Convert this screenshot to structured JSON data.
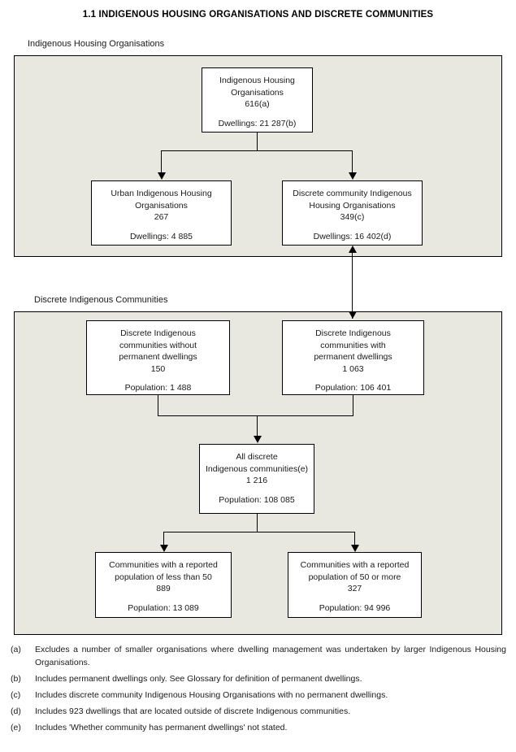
{
  "title": "1.1 INDIGENOUS HOUSING ORGANISATIONS AND DISCRETE COMMUNITIES",
  "sections": {
    "top_caption": "Indigenous Housing Organisations",
    "bottom_caption": "Discrete Indigenous Communities"
  },
  "colors": {
    "panel_background": "#e8e8e0",
    "node_background": "#ffffff",
    "line": "#000000",
    "text": "#1a1a1a"
  },
  "nodes": {
    "iho": {
      "line1": "Indigenous Housing",
      "line2": "Organisations",
      "line3": "616(a)",
      "line4": "Dwellings: 21 287(b)"
    },
    "urban": {
      "line1": "Urban Indigenous Housing",
      "line2": "Organisations",
      "line3": "267",
      "line4": "Dwellings: 4 885"
    },
    "discrete_community_iho": {
      "line1": "Discrete community Indigenous",
      "line2": "Housing Organisations",
      "line3": "349(c)",
      "line4": "Dwellings: 16 402(d)"
    },
    "communities_without": {
      "line1": "Discrete Indigenous",
      "line2": "communities without",
      "line3": "permanent dwellings",
      "line4": "150",
      "line5": "Population: 1 488"
    },
    "communities_with": {
      "line1": "Discrete Indigenous",
      "line2": "communities with",
      "line3": "permanent dwellings",
      "line4": "1 063",
      "line5": "Population: 106 401"
    },
    "all_discrete": {
      "line1": "All discrete",
      "line2": "Indigenous communities(e)",
      "line3": "1 216",
      "line4": "Population: 108 085"
    },
    "population_less_than_50": {
      "line1": "Communities with a reported",
      "line2": "population of less than 50",
      "line3": "889",
      "line4": "Population: 13 089"
    },
    "population_50_or_more": {
      "line1": "Communities with a reported",
      "line2": "population of 50 or more",
      "line3": "327",
      "line4": "Population: 94 996"
    }
  },
  "chart_data": {
    "type": "diagram",
    "title": "1.1 INDIGENOUS HOUSING ORGANISATIONS AND DISCRETE COMMUNITIES",
    "groups": [
      {
        "name": "Indigenous Housing Organisations",
        "nodes": [
          {
            "label": "Indigenous Housing Organisations",
            "count": 616,
            "count_note": "a",
            "dwellings": 21287,
            "dwellings_note": "b"
          },
          {
            "label": "Urban Indigenous Housing Organisations",
            "count": 267,
            "dwellings": 4885
          },
          {
            "label": "Discrete community Indigenous Housing Organisations",
            "count": 349,
            "count_note": "c",
            "dwellings": 16402,
            "dwellings_note": "d"
          }
        ]
      },
      {
        "name": "Discrete Indigenous Communities",
        "nodes": [
          {
            "label": "Discrete Indigenous communities without permanent dwellings",
            "count": 150,
            "population": 1488
          },
          {
            "label": "Discrete Indigenous communities with permanent dwellings",
            "count": 1063,
            "population": 106401
          },
          {
            "label": "All discrete Indigenous communities",
            "count": 1216,
            "count_note": "e",
            "population": 108085
          },
          {
            "label": "Communities with a reported population of less than 50",
            "count": 889,
            "population": 13089
          },
          {
            "label": "Communities with a reported population of 50 or more",
            "count": 327,
            "population": 94996
          }
        ]
      }
    ],
    "edges": [
      {
        "from": "Indigenous Housing Organisations",
        "to": "Urban Indigenous Housing Organisations",
        "style": "arrow-down"
      },
      {
        "from": "Indigenous Housing Organisations",
        "to": "Discrete community Indigenous Housing Organisations",
        "style": "arrow-down"
      },
      {
        "from": "Discrete community Indigenous Housing Organisations",
        "to": "Discrete Indigenous communities with permanent dwellings",
        "style": "double-arrow"
      },
      {
        "from": "Discrete Indigenous communities without permanent dwellings",
        "to": "All discrete Indigenous communities",
        "style": "arrow-down"
      },
      {
        "from": "Discrete Indigenous communities with permanent dwellings",
        "to": "All discrete Indigenous communities",
        "style": "arrow-down"
      },
      {
        "from": "All discrete Indigenous communities",
        "to": "Communities with a reported population of less than 50",
        "style": "arrow-down"
      },
      {
        "from": "All discrete Indigenous communities",
        "to": "Communities with a reported population of 50 or more",
        "style": "arrow-down"
      }
    ]
  },
  "footnotes": [
    {
      "marker": "(a)",
      "text": "Excludes a number of smaller organisations where dwelling management was undertaken by larger Indigenous Housing Organisations."
    },
    {
      "marker": "(b)",
      "text": "Includes permanent dwellings only. See Glossary for definition of permanent dwellings."
    },
    {
      "marker": "(c)",
      "text": "Includes discrete community Indigenous Housing Organisations with no permanent dwellings."
    },
    {
      "marker": "(d)",
      "text": "Includes 923 dwellings that are located outside of discrete Indigenous communities."
    },
    {
      "marker": "(e)",
      "text": "Includes 'Whether community has permanent dwellings' not stated."
    }
  ]
}
